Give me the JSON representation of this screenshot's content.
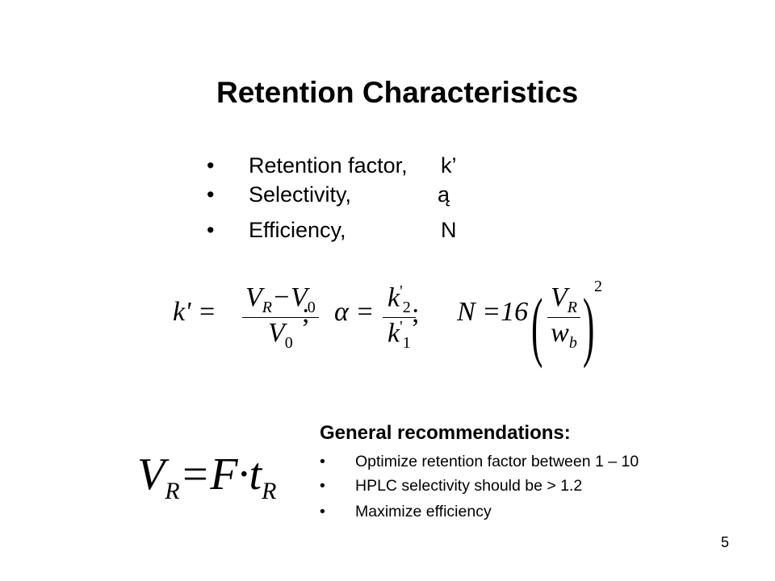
{
  "slide": {
    "title": "Retention Characteristics",
    "bullets": [
      {
        "text": "Retention factor,",
        "symbol": "k’"
      },
      {
        "text": "Selectivity,",
        "symbol": "ą"
      },
      {
        "text": "Efficiency,",
        "symbol": "N"
      }
    ],
    "bullet_glyph": "•",
    "recommendations": {
      "title": "General recommendations:",
      "items": [
        "Optimize retention factor between 1 – 10",
        "HPLC selectivity should be > 1.2",
        "Maximize efficiency"
      ]
    },
    "formulas": {
      "k_lhs": "k' =",
      "k_num": "V",
      "k_num_sub1": "R",
      "k_minus": "−V",
      "k_num_sub2": "0",
      "k_den": "V",
      "k_den_sub": "0",
      "sep1": ";",
      "alpha_lhs": "α =",
      "alpha_num": "k",
      "alpha_num_sub": "2",
      "alpha_num_sup": "'",
      "alpha_den": "k",
      "alpha_den_sub": "1",
      "alpha_den_sup": "'",
      "sep2": ";",
      "n_lhs": "N =16",
      "n_num": "V",
      "n_num_sub": "R",
      "n_den": "w",
      "n_den_sub": "b",
      "n_exp": "2"
    },
    "vr_formula": {
      "v": "V",
      "v_sub": "R",
      "eq": "=F·t",
      "t_sub": "R"
    },
    "page_number": "5"
  }
}
